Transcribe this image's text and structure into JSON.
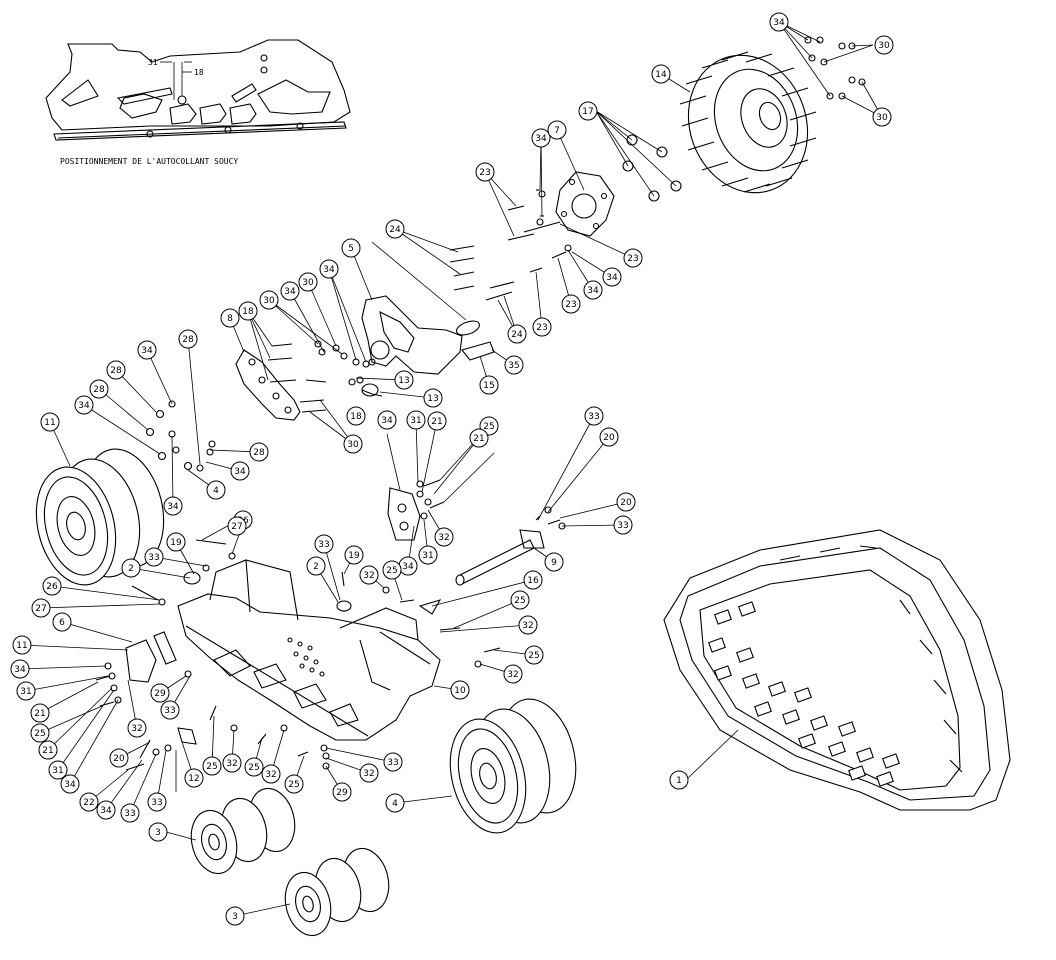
{
  "caption": "POSITIONNEMENT DE L'AUTOCOLLANT SOUCY",
  "detail_labels": [
    "31",
    "18"
  ],
  "callouts": [
    "34",
    "30",
    "30",
    "14",
    "17",
    "34",
    "7",
    "23",
    "23",
    "34",
    "34",
    "23",
    "23",
    "24",
    "24",
    "35",
    "15",
    "13",
    "5",
    "34",
    "30",
    "30",
    "34",
    "18",
    "8",
    "13",
    "30",
    "18",
    "28",
    "34",
    "28",
    "28",
    "34",
    "34",
    "28",
    "34",
    "4",
    "11",
    "34",
    "31",
    "21",
    "25",
    "21",
    "32",
    "34",
    "31",
    "33",
    "20",
    "20",
    "33",
    "26",
    "27",
    "19",
    "33",
    "2",
    "33",
    "19",
    "2",
    "32",
    "25",
    "16",
    "25",
    "32",
    "9",
    "25",
    "32",
    "26",
    "27",
    "6",
    "11",
    "34",
    "31",
    "21",
    "25",
    "21",
    "31",
    "34",
    "32",
    "29",
    "33",
    "22",
    "34",
    "33",
    "20",
    "33",
    "12",
    "25",
    "32",
    "25",
    "32",
    "25",
    "32",
    "33",
    "29",
    "10",
    "4",
    "3",
    "3",
    "1"
  ]
}
